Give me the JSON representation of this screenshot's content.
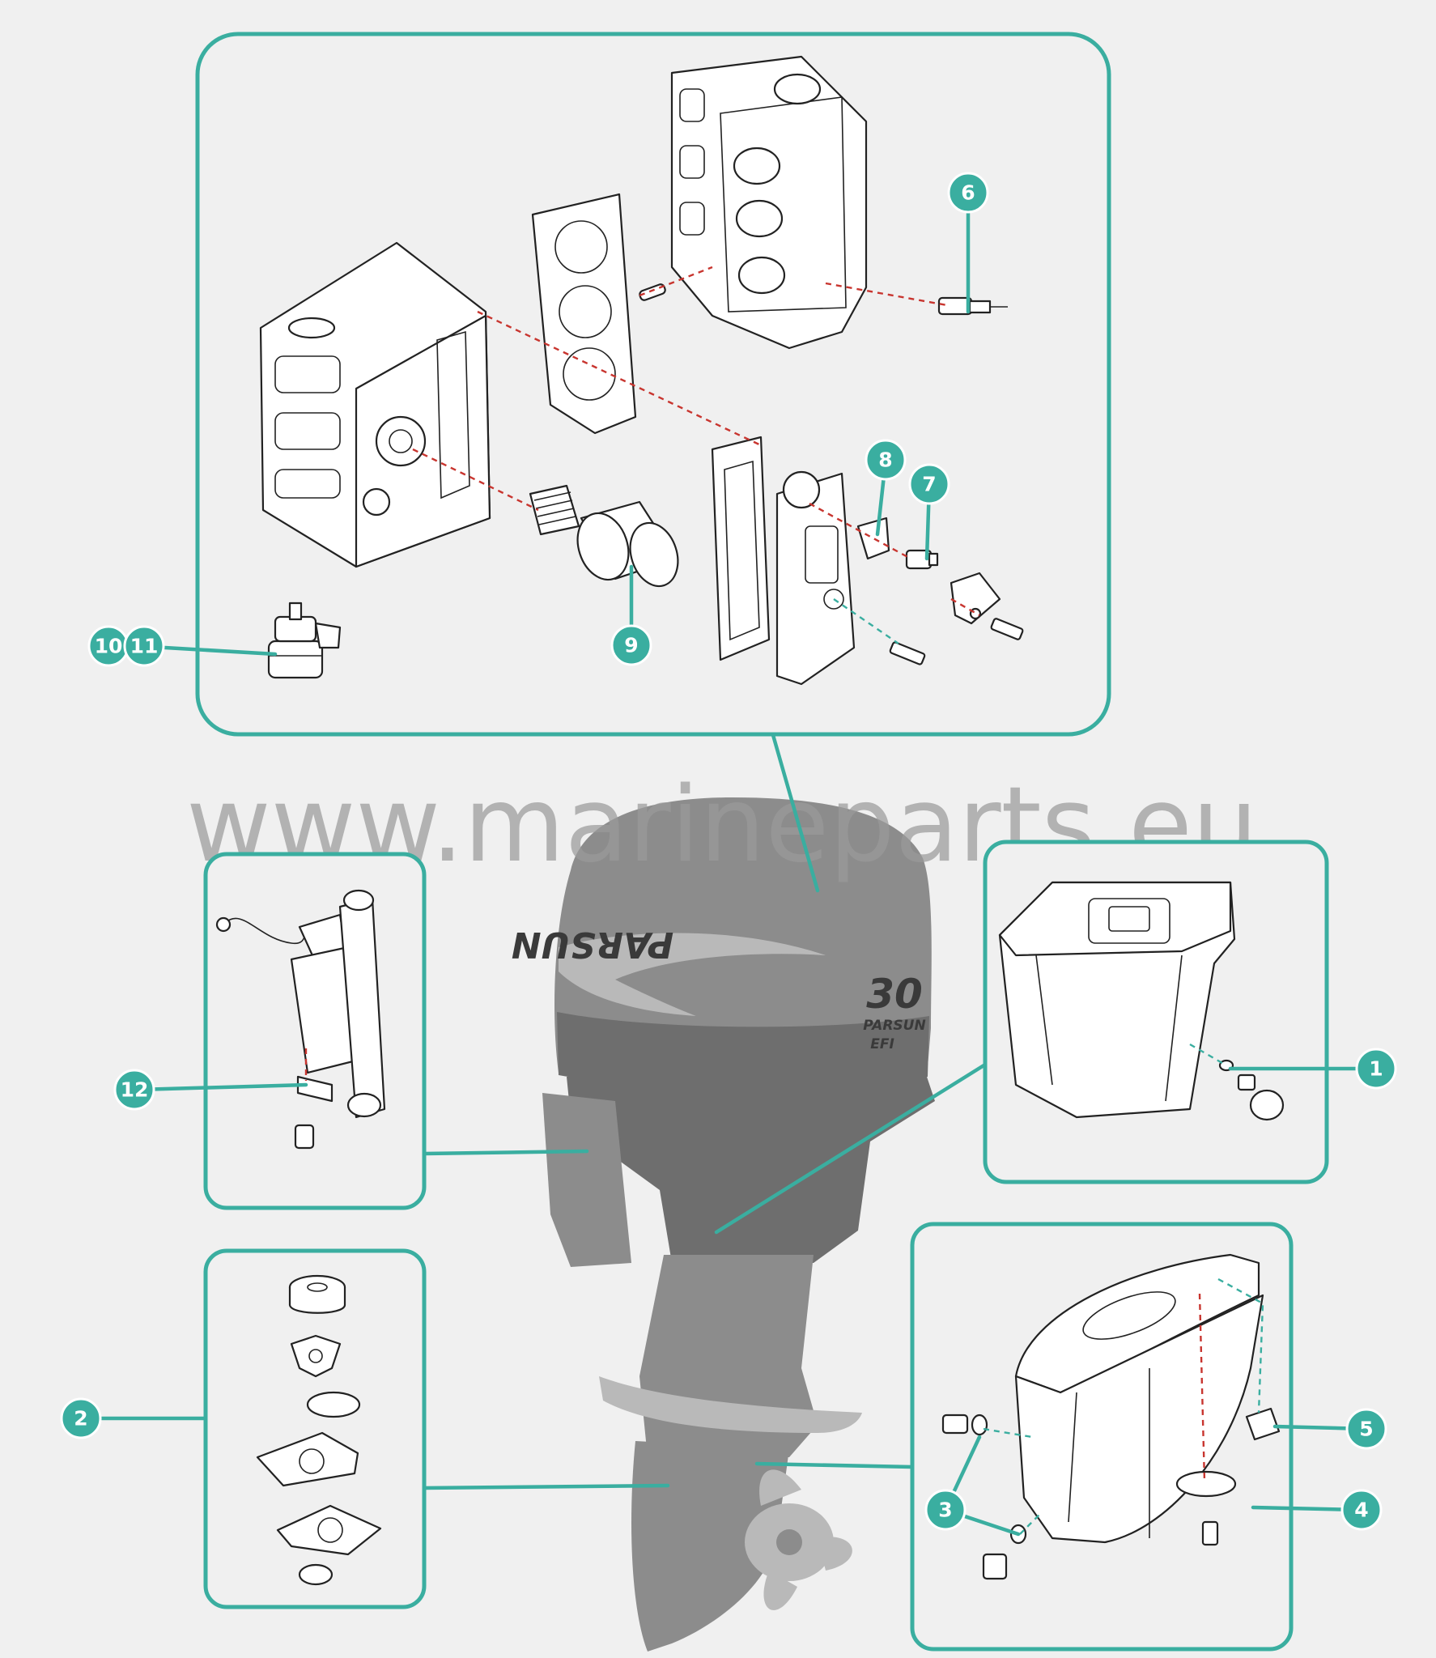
{
  "watermark": "www.marineparts.eu",
  "engine": {
    "brand": "PARSUN",
    "model_number": "30",
    "badge_brand": "PARSUN",
    "badge_efi": "EFI"
  },
  "callouts": {
    "c1": "1",
    "c2": "2",
    "c3": "3",
    "c4": "4",
    "c5": "5",
    "c6": "6",
    "c7": "7",
    "c8": "8",
    "c9": "9",
    "c10": "10",
    "c11": "11",
    "c12": "12"
  },
  "colors": {
    "accent": "#3aaea0",
    "dashed_link": "#c8352f",
    "background": "#f0f0f0",
    "engine_gray": "#8c8c8c"
  }
}
